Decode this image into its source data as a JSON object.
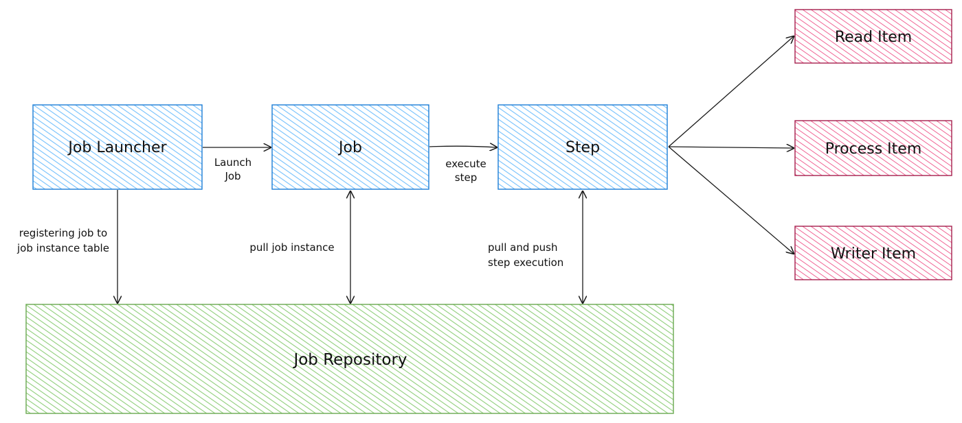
{
  "nodes": {
    "job_launcher": "Job Launcher",
    "job": "Job",
    "step": "Step",
    "job_repository": "Job Repository",
    "read_item": "Read Item",
    "process_item": "Process Item",
    "writer_item": "Writer Item"
  },
  "edges": {
    "launch_job": [
      "Launch",
      "Job"
    ],
    "execute_step": [
      "execute",
      "step"
    ],
    "registering": [
      "registering job to",
      "job instance table"
    ],
    "pull_job_instance": "pull job instance",
    "pull_push_step": [
      "pull and push",
      "step execution"
    ]
  },
  "colors": {
    "blue_fill": "#a5d8ff",
    "blue_stroke": "#1971c2",
    "green_fill": "#b2f2bb",
    "green_stroke": "#6aa84f",
    "pink_fill": "#fcc2d7",
    "pink_stroke": "#a61e4d"
  }
}
